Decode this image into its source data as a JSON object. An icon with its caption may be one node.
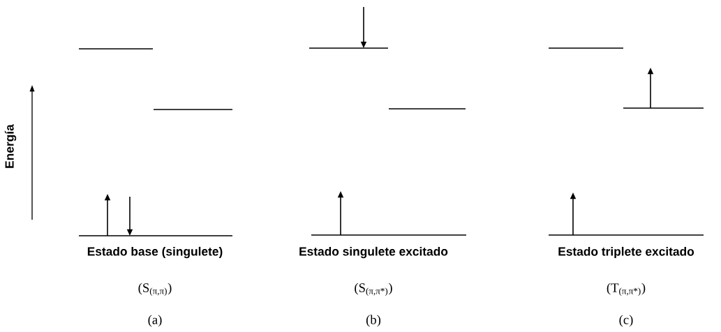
{
  "diagram": {
    "labels": [
      "Energía",
      "Estado base (singulete)",
      "Estado singulete excitado",
      "Estado triplete excitado",
      "(S$_{(π,π)}$)",
      "(S$_{(π,π*)}$)",
      "(T$_{(π,π*)}$)",
      "(a)",
      "(b)",
      "(c)"
    ]
  }
}
